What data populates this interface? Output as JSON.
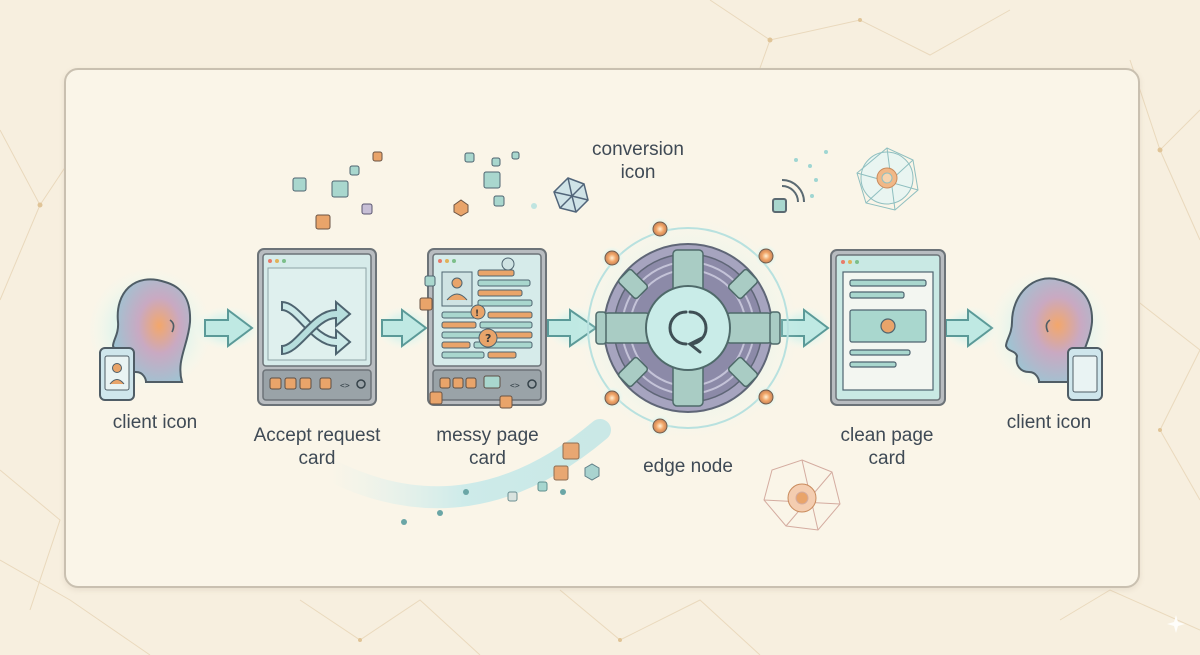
{
  "colors": {
    "teal": "#66b7ae",
    "teal_light": "#c8ebe5",
    "glow": "#9ee7e2",
    "orange": "#e9a46a",
    "frame": "#8a8f94",
    "card_fill": "#d8eee9",
    "panel": "#faf5e8",
    "text": "#3f4a55"
  },
  "labels": {
    "client_left": "client icon",
    "accept_line1": "Accept request",
    "accept_line2": "card",
    "messy_line1": "messy page",
    "messy_line2": "card",
    "conversion_line1": "conversion",
    "conversion_line2": "icon",
    "edge_node": "edge node",
    "clean_line1": "clean page",
    "clean_line2": "card",
    "client_right": "client icon"
  },
  "icons": {
    "client_left": "person-head-icon",
    "phone_left": "smartphone-icon",
    "accept_card": "shuffle-icon",
    "messy_card": "cluttered-page-icon",
    "conversion": "polyhedron-icon",
    "edge_node": "conversion-ring-icon",
    "clean_card": "clean-page-icon",
    "client_right": "person-head-icon",
    "phone_right": "smartphone-icon"
  }
}
